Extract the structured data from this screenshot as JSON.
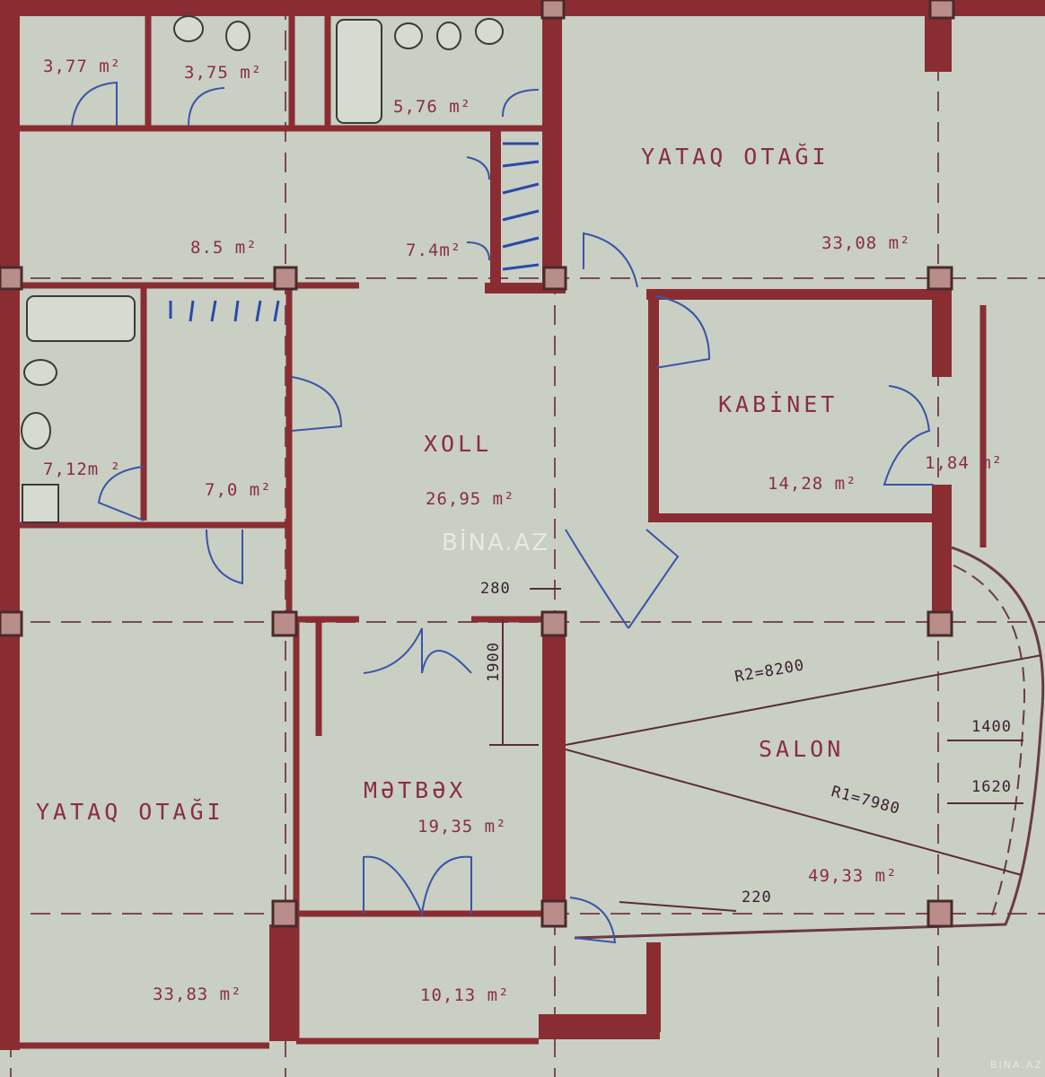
{
  "rooms": {
    "bath_top_1": {
      "area": "3,77 m²"
    },
    "wc_top": {
      "area": "3,75 m²"
    },
    "bath_top_2": {
      "area": "5,76 m²"
    },
    "corridor_top": {
      "area": "8.5 m²"
    },
    "closet_top": {
      "area": "7.4m²"
    },
    "bedroom_top": {
      "name": "YATAQ OTAĞI",
      "area": "33,08 m²"
    },
    "bath_left": {
      "area": "7,12m ²"
    },
    "dressing": {
      "area": "7,0 m²"
    },
    "hall": {
      "name": "XOLL",
      "area": "26,95 m²"
    },
    "study": {
      "name": "KABİNET",
      "area": "14,28 m²"
    },
    "storage": {
      "area": "1,84 m²"
    },
    "living": {
      "name": "SALON",
      "area": "49,33 m²"
    },
    "kitchen": {
      "name": "MƏTBƏX",
      "area": "19,35 m²"
    },
    "bedroom_left": {
      "name": "YATAQ OTAĞI",
      "area": "33,83 m²"
    },
    "balcony": {
      "area": "10,13 m²"
    }
  },
  "dimensions": {
    "d280": "280",
    "d1900": "1900",
    "r2": "R2=8200",
    "r1": "R1=7980",
    "d1400": "1400",
    "d1620": "1620",
    "d220": "220"
  },
  "watermarks": {
    "center": "BİNA.AZ",
    "corner": "BINA.AZ"
  },
  "colors": {
    "paper": "#c9cfc3",
    "wall": "#8a2d33",
    "text": "#8a2d45",
    "door": "#3b54a8"
  }
}
